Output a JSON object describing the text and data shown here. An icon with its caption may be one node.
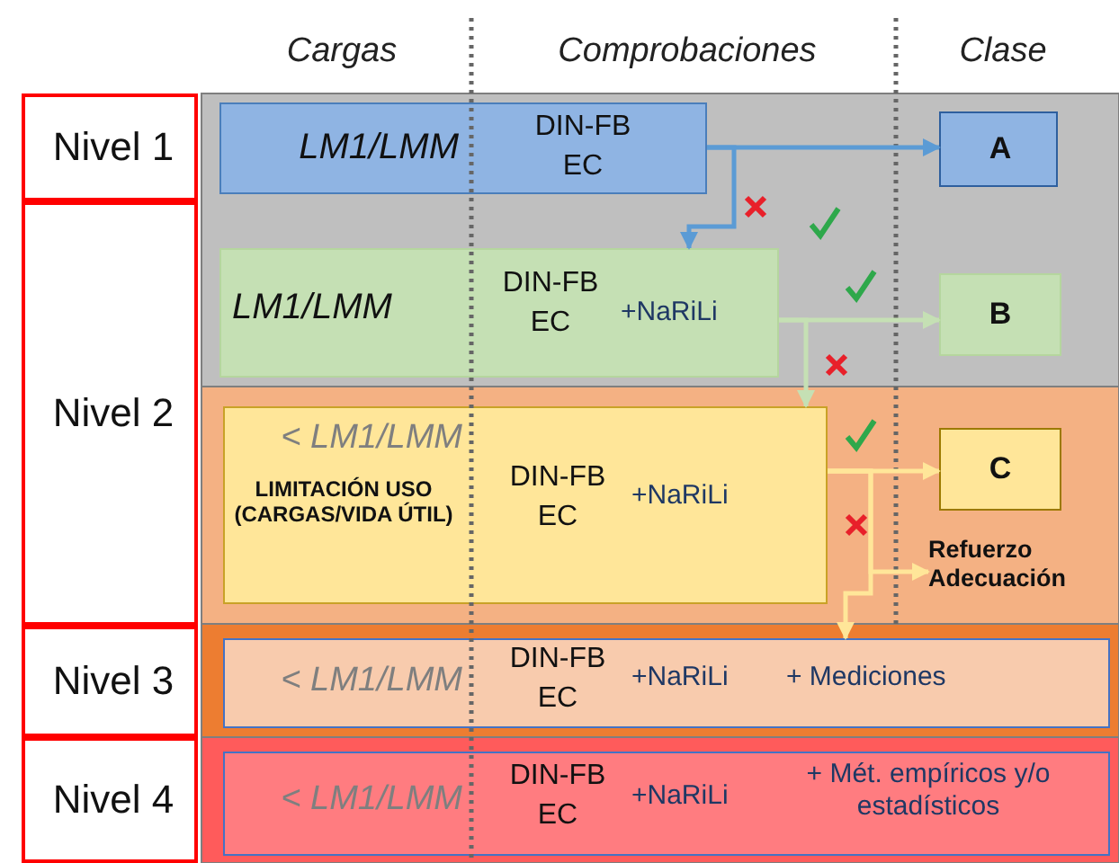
{
  "diagram": {
    "nodes": [
      {
        "text": [
          "Nivel 1"
        ]
      },
      {
        "text": [
          "Nivel 2"
        ]
      },
      {
        "text": [
          "Nivel 3"
        ]
      },
      {
        "text": [
          "Nivel 4"
        ]
      },
      {
        "text": [
          "LM1/LMM",
          "DIN-FB EC"
        ]
      },
      {
        "text": [
          "A"
        ]
      },
      {
        "text": [
          "LM1/LMM",
          "DIN-FB EC",
          "+NaRiLi"
        ]
      },
      {
        "text": [
          "B"
        ]
      },
      {
        "text": [
          "< LM1/LMM",
          "LIMITACIÓN USO (CARGAS/VIDA ÚTIL)",
          "DIN-FB EC",
          "+NaRiLi"
        ]
      },
      {
        "text": [
          "C"
        ]
      },
      {
        "text": [
          "Refuerzo Adecuación"
        ]
      },
      {
        "text": [
          "< LM1/LMM",
          "DIN-FB EC",
          "+NaRiLi",
          "+ Mediciones"
        ]
      },
      {
        "text": [
          "< LM1/LMM",
          "DIN-FB EC",
          "+NaRiLi",
          "+ Mét. empíricos y/o estadísticos"
        ]
      }
    ],
    "edges": [
      {
        "from": 4,
        "to": 5,
        "arrow": "to",
        "color": "#5b9bd5"
      },
      {
        "from": 4,
        "to": 6,
        "arrow": "to",
        "color": "#5b9bd5"
      },
      {
        "from": 6,
        "to": 7,
        "arrow": "to",
        "color": "#c5e0b4"
      },
      {
        "from": 6,
        "to": 8,
        "arrow": "to",
        "color": "#c5e0b4"
      },
      {
        "from": 8,
        "to": 9,
        "arrow": "to",
        "color": "#ffe699"
      },
      {
        "from": 8,
        "to": 10,
        "arrow": "to",
        "color": "#ffe699"
      },
      {
        "from": 8,
        "to": 11,
        "arrow": "to",
        "color": "#ffe699"
      }
    ],
    "labels": [
      "Cargas",
      "Comprobaciones",
      "Clase"
    ]
  }
}
